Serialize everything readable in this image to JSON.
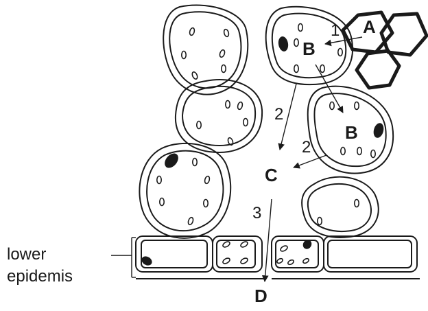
{
  "labels": {
    "A": "A",
    "B_upper": "B",
    "B_lower": "B",
    "C": "C",
    "D": "D"
  },
  "step_numbers": {
    "n1": "1",
    "n2_left": "2",
    "n2_right": "2",
    "n3": "3"
  },
  "side_label": {
    "line1": "lower",
    "line2": "epidemis"
  },
  "colors": {
    "stroke": "#1a1a1a",
    "fill": "#ffffff",
    "nucleus": "#1a1a1a"
  }
}
